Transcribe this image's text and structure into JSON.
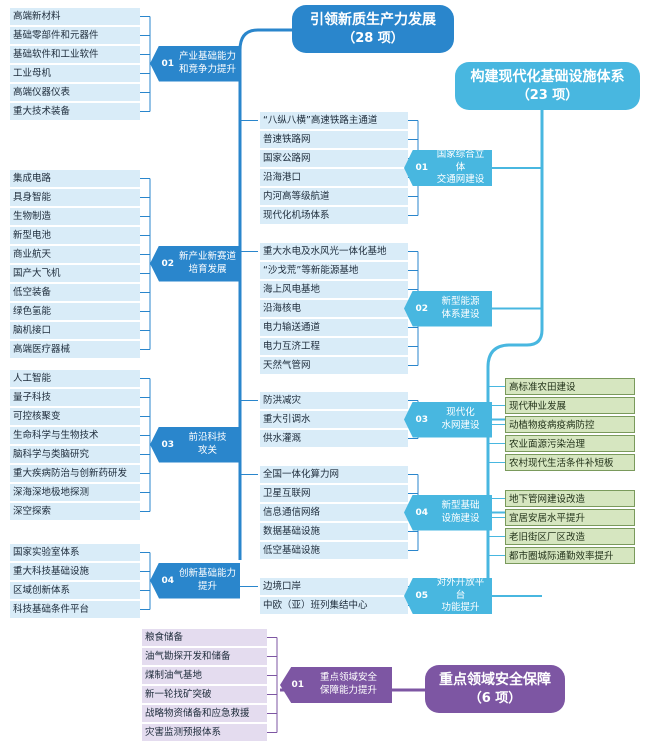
{
  "colors": {
    "blue": "#2a86cc",
    "cyan": "#48b7e0",
    "purple": "#7d56a3",
    "green_border": "#7a9a5c"
  },
  "titles": {
    "left": {
      "title": "引领新质生产力发展",
      "count": "（28 项）"
    },
    "right": {
      "title": "构建现代化基础设施体系",
      "count": "（23 项）"
    },
    "bottom": {
      "title": "重点领域安全保障",
      "count": "（6 项）"
    }
  },
  "left_groups": [
    {
      "num": "01",
      "label": "产业基础能力\n和竞争力提升",
      "items": [
        "高端新材料",
        "基础零部件和元器件",
        "基础软件和工业软件",
        "工业母机",
        "高端仪器仪表",
        "重大技术装备"
      ]
    },
    {
      "num": "02",
      "label": "新产业新赛道\n培育发展",
      "items": [
        "集成电路",
        "具身智能",
        "生物制造",
        "新型电池",
        "商业航天",
        "国产大飞机",
        "低空装备",
        "绿色氢能",
        "脑机接口",
        "高端医疗器械"
      ]
    },
    {
      "num": "03",
      "label": "前沿科技\n攻关",
      "items": [
        "人工智能",
        "量子科技",
        "可控核聚变",
        "生命科学与生物技术",
        "脑科学与类脑研究",
        "重大疾病防治与创新药研发",
        "深海深地极地探测",
        "深空探索"
      ]
    },
    {
      "num": "04",
      "label": "创新基础能力\n提升",
      "items": [
        "国家实验室体系",
        "重大科技基础设施",
        "区域创新体系",
        "科技基础条件平台"
      ]
    }
  ],
  "right_groups": [
    {
      "num": "01",
      "label": "国家综合立体\n交通网建设",
      "items": [
        "“八纵八横”高速铁路主通道",
        "普速铁路网",
        "国家公路网",
        "沿海港口",
        "内河高等级航道",
        "现代化机场体系"
      ]
    },
    {
      "num": "02",
      "label": "新型能源\n体系建设",
      "items": [
        "重大水电及水风光一体化基地",
        "“沙戈荒”等新能源基地",
        "海上风电基地",
        "沿海核电",
        "电力输送通道",
        "电力互济工程",
        "天然气管网"
      ]
    },
    {
      "num": "03",
      "label": "现代化\n水网建设",
      "items": [
        "防洪减灾",
        "重大引调水",
        "供水灌溉"
      ]
    },
    {
      "num": "04",
      "label": "新型基础\n设施建设",
      "items": [
        "全国一体化算力网",
        "卫星互联网",
        "信息通信网络",
        "数据基础设施",
        "低空基础设施"
      ]
    },
    {
      "num": "05",
      "label": "对外开放平台\n功能提升",
      "items": [
        "边境口岸",
        "中欧（亚）班列集结中心"
      ]
    }
  ],
  "green_lists": [
    [
      "高标准农田建设",
      "现代种业发展",
      "动植物疫病疫病防控",
      "农业面源污染治理",
      "农村现代生活条件补短板"
    ],
    [
      "地下管网建设改造",
      "宜居安居水平提升",
      "老旧街区厂区改造",
      "都市圈城际通勤效率提升"
    ]
  ],
  "bottom_group": {
    "num": "01",
    "label": "重点领域安全\n保障能力提升",
    "items": [
      "粮食储备",
      "油气勘探开发和储备",
      "煤制油气基地",
      "新一轮找矿突破",
      "战略物资储备和应急救援",
      "灾害监测预报体系"
    ]
  }
}
